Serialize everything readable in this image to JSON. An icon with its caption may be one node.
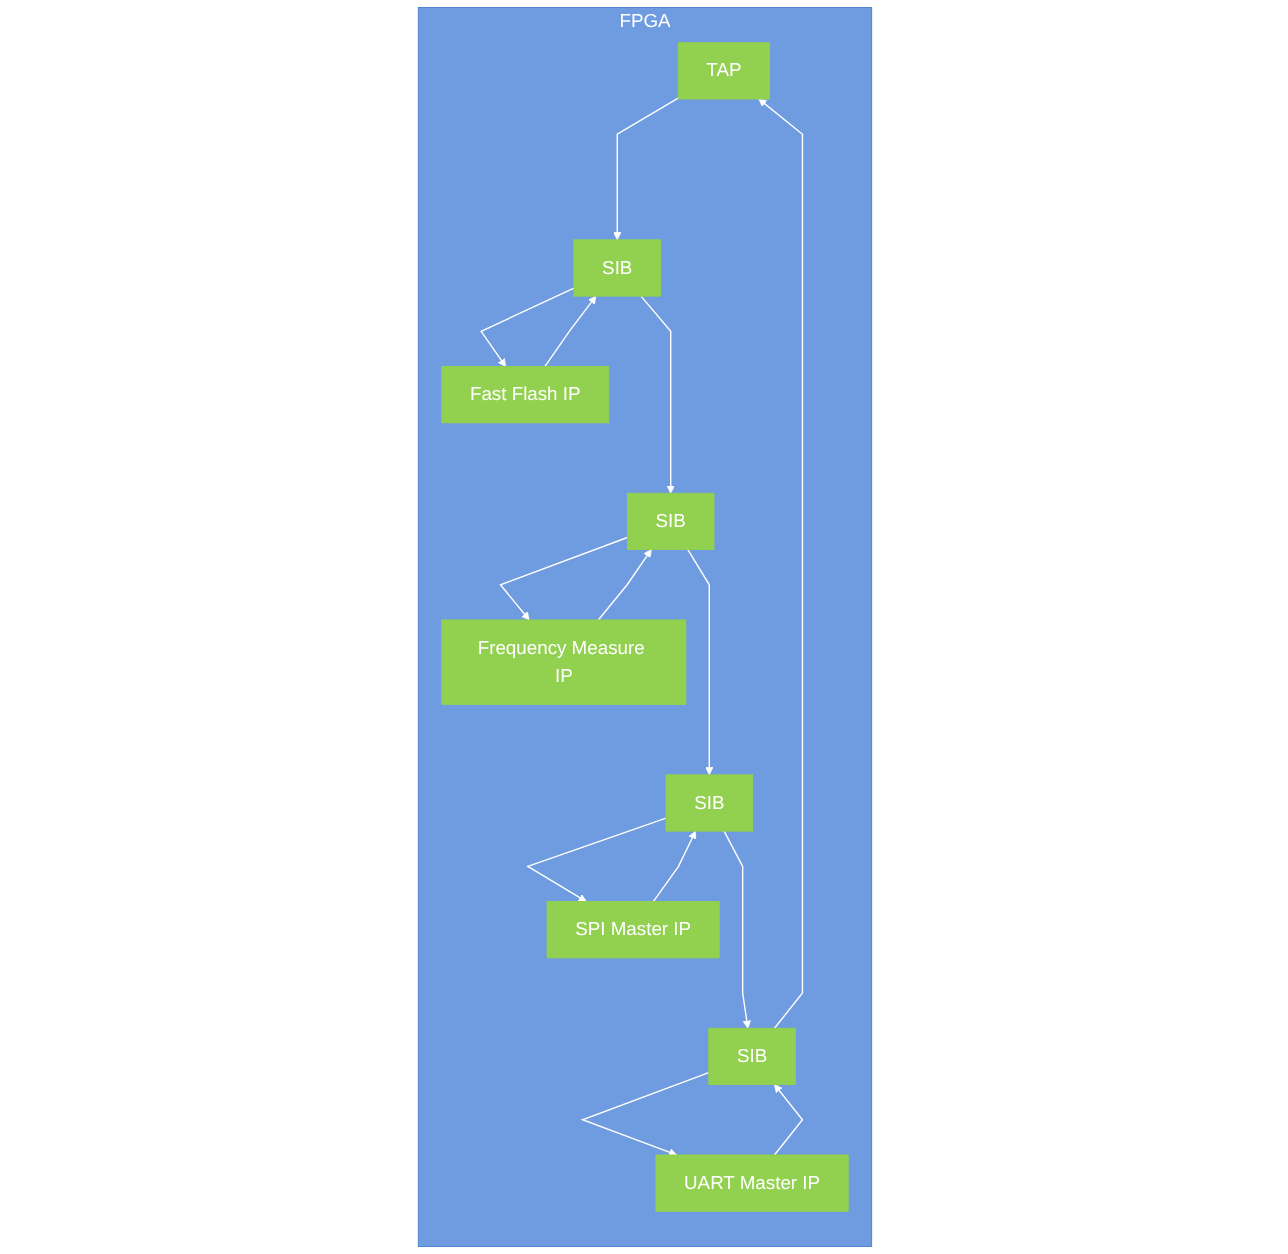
{
  "diagram": {
    "nodes": [
      {
        "text": [
          "FPGA"
        ]
      },
      {
        "text": [
          "TAP"
        ],
        "in": 0
      },
      {
        "text": [
          "SIB"
        ],
        "in": 0
      },
      {
        "text": [
          "Fast Flash IP"
        ],
        "in": 0
      },
      {
        "text": [
          "SIB"
        ],
        "in": 0
      },
      {
        "text": [
          "Frequency Measure IP"
        ],
        "in": 0
      },
      {
        "text": [
          "SIB"
        ],
        "in": 0
      },
      {
        "text": [
          "SPI Master IP"
        ],
        "in": 0
      },
      {
        "text": [
          "SIB"
        ],
        "in": 0
      },
      {
        "text": [
          "UART Master IP"
        ],
        "in": 0
      }
    ],
    "edges": [
      {
        "from": 1,
        "to": 2,
        "arrow": "to"
      },
      {
        "from": 2,
        "to": 3,
        "arrow": "to"
      },
      {
        "from": 3,
        "to": 2,
        "arrow": "to"
      },
      {
        "from": 2,
        "to": 4,
        "arrow": "to"
      },
      {
        "from": 4,
        "to": 5,
        "arrow": "to"
      },
      {
        "from": 5,
        "to": 4,
        "arrow": "to"
      },
      {
        "from": 4,
        "to": 6,
        "arrow": "to"
      },
      {
        "from": 6,
        "to": 7,
        "arrow": "to"
      },
      {
        "from": 7,
        "to": 6,
        "arrow": "to"
      },
      {
        "from": 6,
        "to": 8,
        "arrow": "to"
      },
      {
        "from": 8,
        "to": 9,
        "arrow": "to"
      },
      {
        "from": 9,
        "to": 8,
        "arrow": "to"
      },
      {
        "from": 8,
        "to": 1,
        "arrow": "to"
      }
    ]
  }
}
